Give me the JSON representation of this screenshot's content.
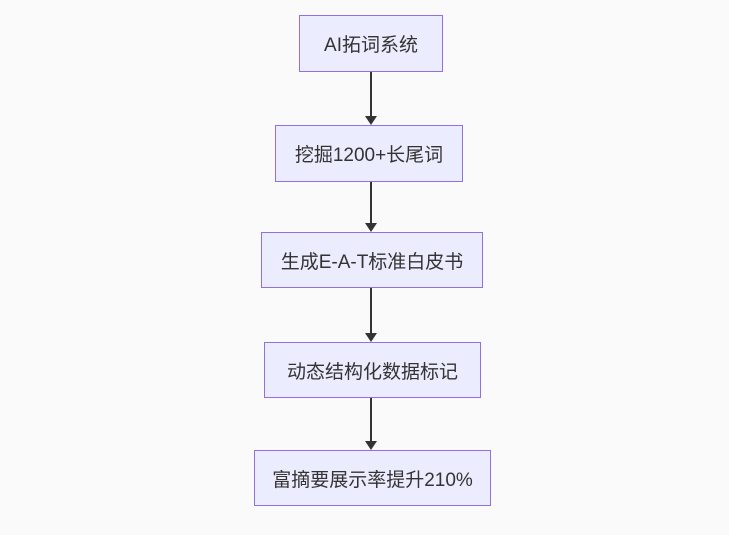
{
  "diagram": {
    "type": "flowchart",
    "direction": "top-down",
    "nodes": [
      {
        "label": "AI拓词系统"
      },
      {
        "label": "挖掘1200+长尾词"
      },
      {
        "label": "生成E-A-T标准白皮书"
      },
      {
        "label": "动态结构化数据标记"
      },
      {
        "label": "富摘要展示率提升210%"
      }
    ],
    "edges": [
      {
        "from": 0,
        "to": 1
      },
      {
        "from": 1,
        "to": 2
      },
      {
        "from": 2,
        "to": 3
      },
      {
        "from": 3,
        "to": 4
      }
    ]
  },
  "theme": {
    "canvas_bg": "#fafafa",
    "node_fill": "#ececff",
    "node_border": "#9370db",
    "node_text": "#333333",
    "edge_color": "#333333"
  }
}
